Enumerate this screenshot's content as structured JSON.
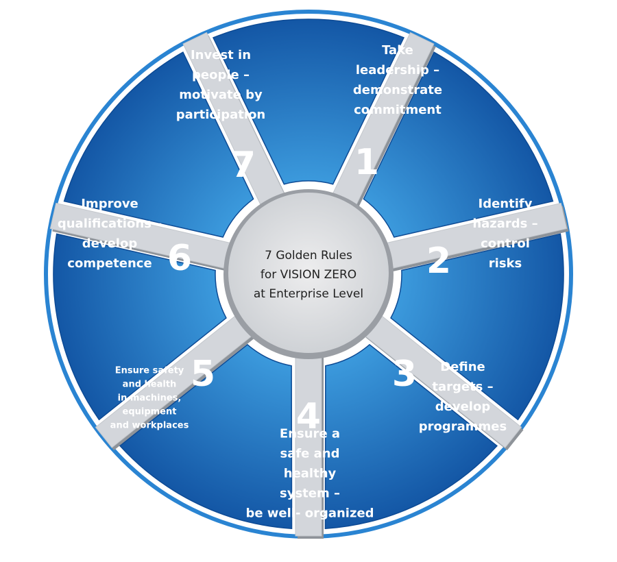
{
  "center": {
    "lines": [
      "7 Golden Rules",
      "for VISION ZERO",
      "at Enterprise Level"
    ]
  },
  "colors": {
    "segment_light": "#3e9ee0",
    "segment_dark": "#0f4f9f",
    "outline": "#2a84d2",
    "spoke": "#d3d6db",
    "spoke_shadow": "#8e9399",
    "hub": "#d9dce0",
    "text": "#ffffff"
  },
  "segments": [
    {
      "number": "1",
      "lines": [
        "Take",
        "leadership –",
        "demonstrate",
        "commitment"
      ]
    },
    {
      "number": "2",
      "lines": [
        "Identify",
        "hazards –",
        "control",
        "risks"
      ]
    },
    {
      "number": "3",
      "lines": [
        "Define",
        "targets –",
        "develop",
        "programmes"
      ]
    },
    {
      "number": "4",
      "lines": [
        "Ensure a",
        "safe and",
        "healthy",
        "system –",
        "be well- organized"
      ]
    },
    {
      "number": "5",
      "lines": [
        "Ensure safety",
        "and health",
        "in machines,",
        "equipment",
        "and workplaces"
      ]
    },
    {
      "number": "6",
      "lines": [
        "Improve",
        "qualifications –",
        "develop",
        "competence"
      ]
    },
    {
      "number": "7",
      "lines": [
        "Invest in",
        "people –",
        "motivate by",
        "participation"
      ]
    }
  ]
}
